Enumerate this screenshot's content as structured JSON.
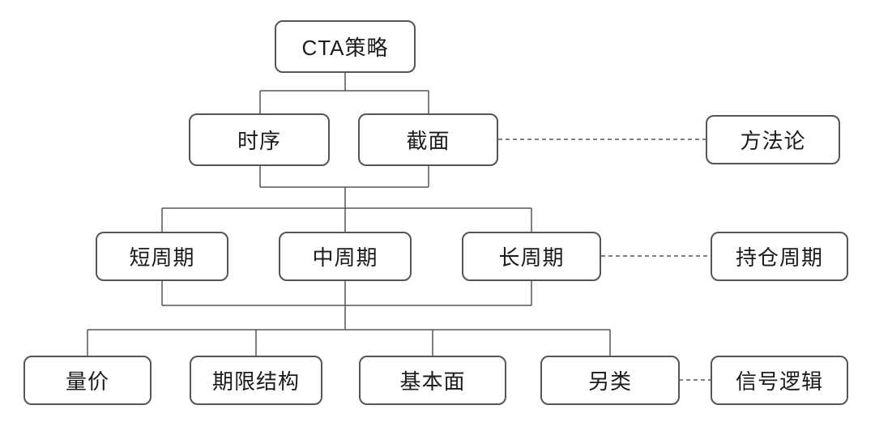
{
  "root": {
    "label": "CTA策略"
  },
  "levels": [
    {
      "annotation": {
        "label": "方法论"
      },
      "nodes": [
        {
          "label": "时序"
        },
        {
          "label": "截面"
        }
      ]
    },
    {
      "annotation": {
        "label": "持仓周期"
      },
      "nodes": [
        {
          "label": "短周期"
        },
        {
          "label": "中周期"
        },
        {
          "label": "长周期"
        }
      ]
    },
    {
      "annotation": {
        "label": "信号逻辑"
      },
      "nodes": [
        {
          "label": "量价"
        },
        {
          "label": "期限结构"
        },
        {
          "label": "基本面"
        },
        {
          "label": "另类"
        }
      ]
    }
  ],
  "connector_styles": {
    "tree": "solid",
    "annotation": "dashed"
  },
  "colors": {
    "background": "#ffffff",
    "box_fill": "#ffffff",
    "box_border": "#555555",
    "connector_line": "#555555",
    "text": "#1b1b1b"
  }
}
